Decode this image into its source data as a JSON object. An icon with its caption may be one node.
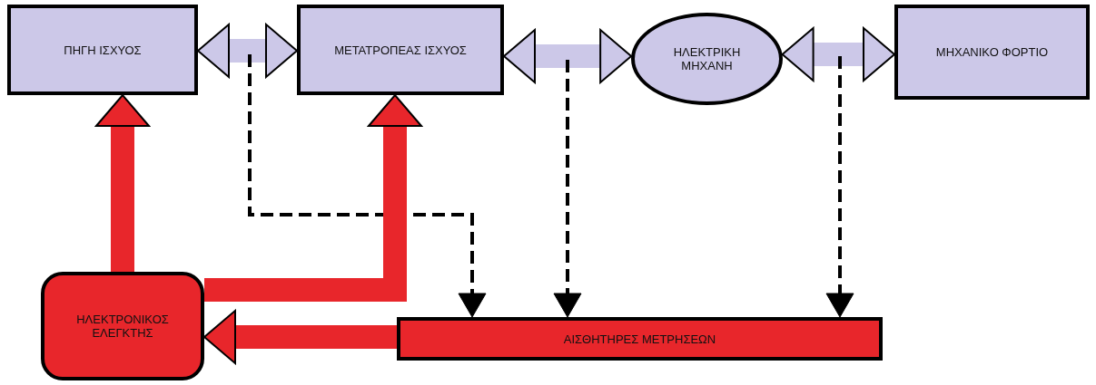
{
  "diagram": {
    "nodes": [
      {
        "text": [
          "ΠΗΓΗ ΙΣΧΥΟΣ"
        ]
      },
      {
        "text": [
          "ΜΕΤΑΤΡΟΠΕΑΣ ΙΣΧΥΟΣ"
        ]
      },
      {
        "text": [
          "ΗΛΕΚΤΡΙΚΗ ΜΗΧΑΝΗ"
        ]
      },
      {
        "text": [
          "ΜΗΧΑΝΙΚΟ ΦΟΡΤΙΟ"
        ]
      },
      {
        "text": [
          "ΗΛΕΚΤΡΟΝΙΚΟΣ ΕΛΕΓΚΤΗΣ"
        ]
      },
      {
        "text": [
          "ΑΙΣΘΗΤΗΡΕΣ ΜΕΤΡΗΣΕΩΝ"
        ]
      }
    ],
    "edges": [
      {
        "from": 0,
        "to": 1,
        "arrow": "both",
        "color": "#ccc8e8"
      },
      {
        "from": 1,
        "to": 2,
        "arrow": "both",
        "color": "#ccc8e8"
      },
      {
        "from": 2,
        "to": 3,
        "arrow": "both",
        "color": "#ccc8e8"
      },
      {
        "from": null,
        "to": 5,
        "arrow": "to",
        "style": "dashed",
        "color": "#000000"
      },
      {
        "from": null,
        "to": 5,
        "arrow": "to",
        "style": "dashed",
        "color": "#000000"
      },
      {
        "from": null,
        "to": 5,
        "arrow": "to",
        "style": "dashed",
        "color": "#000000"
      },
      {
        "from": 4,
        "to": 0,
        "arrow": "to",
        "color": "#e8262b"
      },
      {
        "from": 4,
        "to": 1,
        "arrow": "to",
        "color": "#e8262b"
      },
      {
        "from": 5,
        "to": 4,
        "arrow": "to",
        "color": "#e8262b"
      }
    ]
  }
}
